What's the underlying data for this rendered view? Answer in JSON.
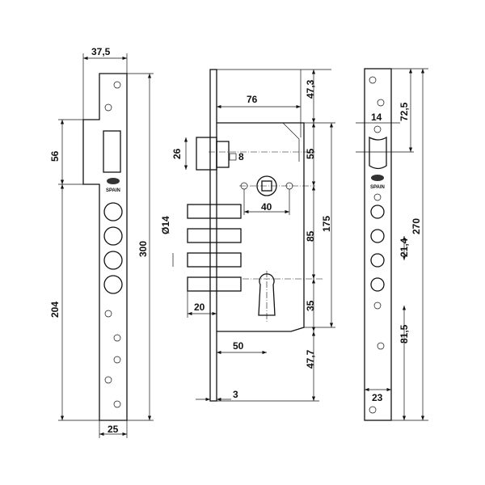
{
  "strike_plate": {
    "width_top": "37,5",
    "step_height": "56",
    "total_height": "300",
    "lower_height": "204",
    "width": "25",
    "brand": "SPAIN"
  },
  "lock_body": {
    "backset_bolt": "76",
    "top_offset": "47,3",
    "latch_height": "26",
    "spindle_square": "8",
    "latch_to_spindle": "55",
    "screw_spacing": "40",
    "body_height": "175",
    "bolt_diameter": "Ø14",
    "spindle_to_cylinder": "85",
    "bolt_throw": "20",
    "cylinder_lower": "35",
    "backset": "50",
    "bottom_offset": "47,7",
    "faceplate_thickness": "3"
  },
  "faceplate": {
    "latch_width": "14",
    "top_to_latch": "72,5",
    "bolt_spacing": "21,4",
    "total_height": "270",
    "bottom_offset": "81,5",
    "width": "23",
    "brand": "SPAIN"
  }
}
